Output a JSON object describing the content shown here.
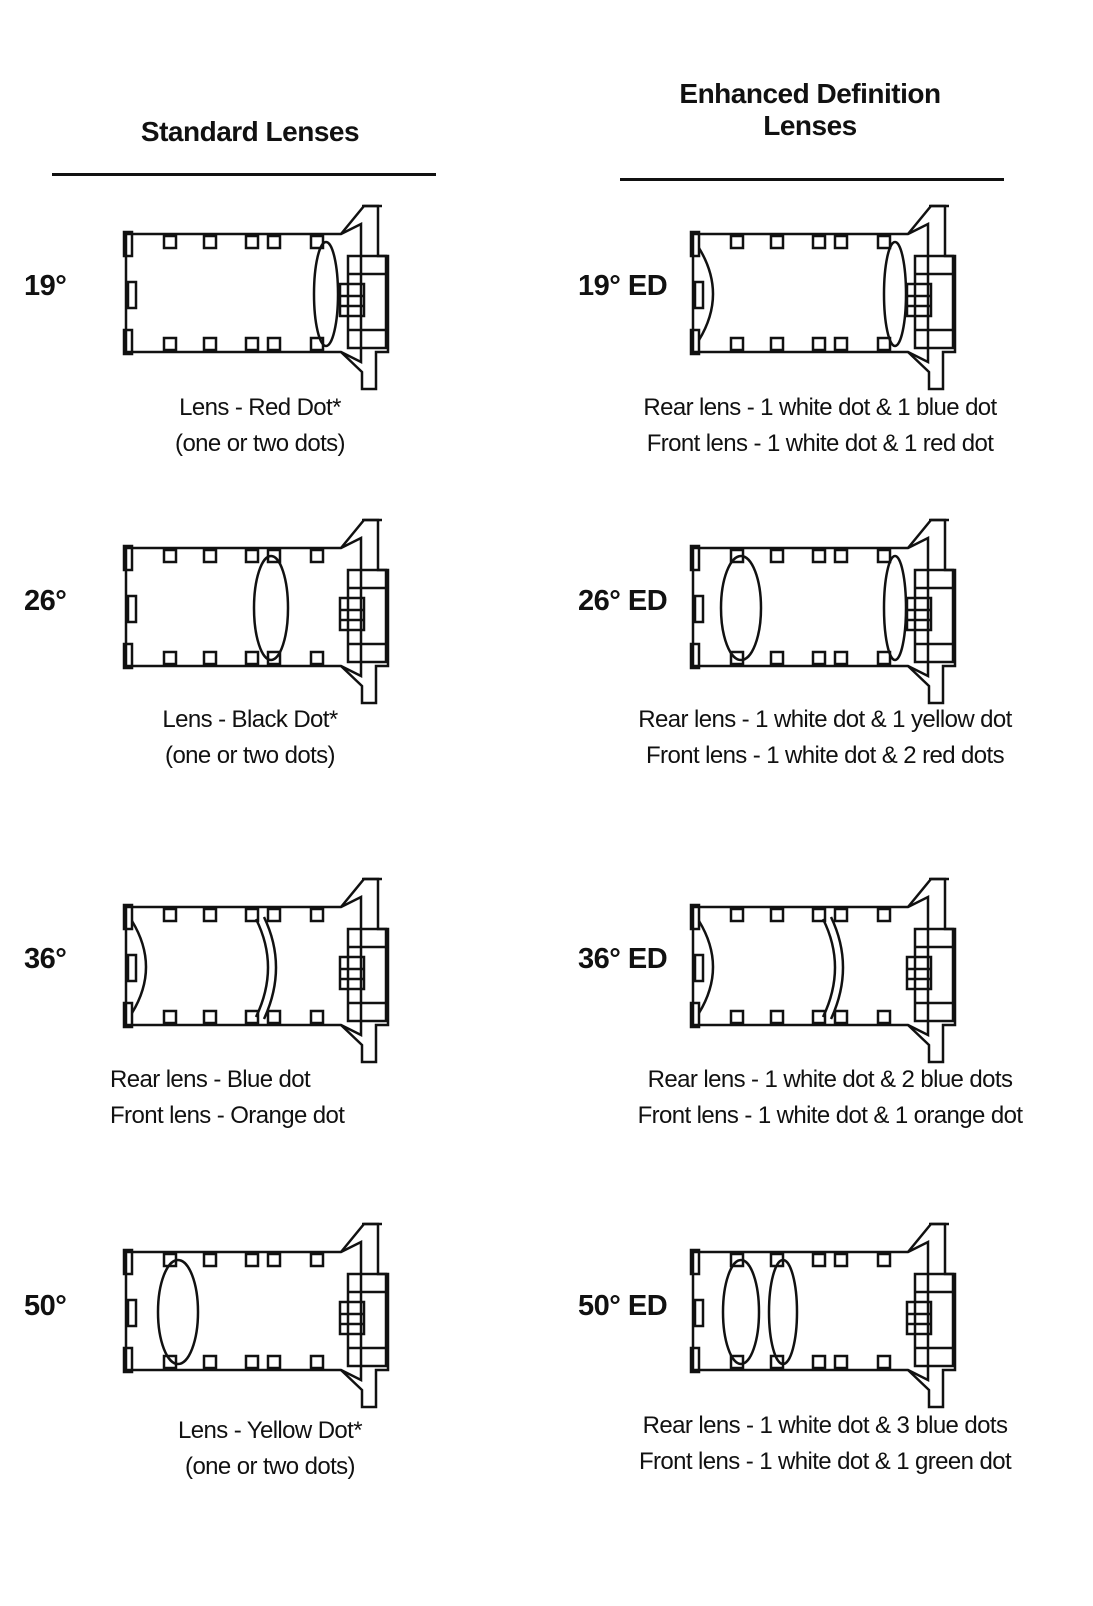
{
  "columns": {
    "standard_title": "Standard Lenses",
    "ed_title_line1": "Enhanced Definition",
    "ed_title_line2": "Lenses"
  },
  "standard": [
    {
      "angle": "19°",
      "caption_line1": "Lens - Red Dot*",
      "caption_line2": "(one or two dots)"
    },
    {
      "angle": "26°",
      "caption_line1": "Lens - Black Dot*",
      "caption_line2": "(one or two dots)"
    },
    {
      "angle": "36°",
      "caption_line1": "Rear lens - Blue dot",
      "caption_line2": "Front lens - Orange dot"
    },
    {
      "angle": "50°",
      "caption_line1": "Lens - Yellow Dot*",
      "caption_line2": "(one or two dots)"
    }
  ],
  "enhanced": [
    {
      "angle": "19° ED",
      "caption_line1": "Rear lens - 1 white dot & 1 blue dot",
      "caption_line2": "Front lens - 1 white dot & 1 red dot"
    },
    {
      "angle": "26° ED",
      "caption_line1": "Rear lens - 1 white dot & 1 yellow dot",
      "caption_line2": "Front lens - 1 white dot & 2 red dots"
    },
    {
      "angle": "36° ED",
      "caption_line1": "Rear lens - 1 white dot & 2 blue dots",
      "caption_line2": "Front lens - 1 white dot & 1 orange dot"
    },
    {
      "angle": "50° ED",
      "caption_line1": "Rear lens - 1 white dot & 3 blue dots",
      "caption_line2": "Front lens - 1 white dot & 1 green dot"
    }
  ]
}
